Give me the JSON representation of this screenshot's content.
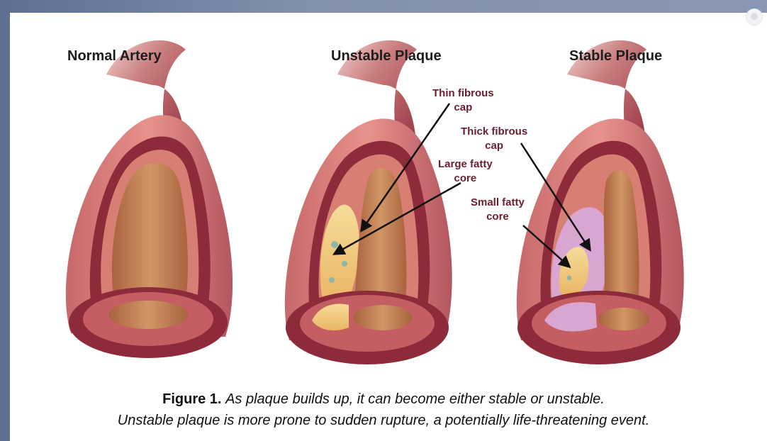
{
  "panels": [
    {
      "title": "Normal Artery"
    },
    {
      "title": "Unstable Plaque"
    },
    {
      "title": "Stable Plaque"
    }
  ],
  "labels": {
    "thin_cap": [
      "Thin fibrous",
      "cap"
    ],
    "large_core": [
      "Large fatty",
      "core"
    ],
    "thick_cap": [
      "Thick fibrous",
      "cap"
    ],
    "small_core": [
      "Small fatty",
      "core"
    ]
  },
  "caption": {
    "figure": "Figure 1.",
    "line1": "As plaque builds up, it can become either stable or unstable.",
    "line2": "Unstable plaque is more prone to sudden rupture, a potentially life-threatening event."
  },
  "colors": {
    "background": "#7d8aa7",
    "outer_wall": "#b85a5c",
    "mid_wall": "#8e2b3a",
    "inner_wall": "#d77f73",
    "lumen": "#c9855a",
    "plaque": "#f2cf7e",
    "cap": "#d8a6d0",
    "label_text": "#6b1e2e"
  }
}
